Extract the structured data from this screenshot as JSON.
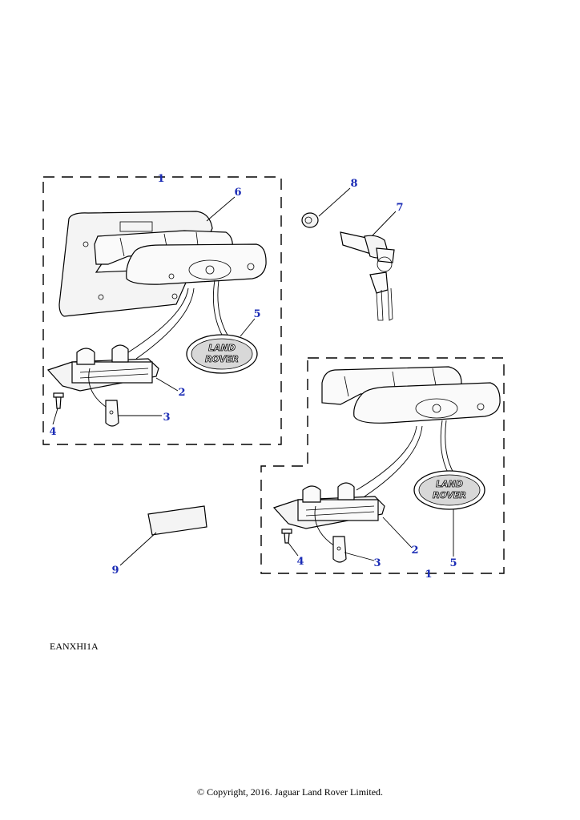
{
  "callouts": {
    "c1_left": "1",
    "c6": "6",
    "c8": "8",
    "c7": "7",
    "c5_left": "5",
    "c2_left": "2",
    "c3_left": "3",
    "c4_left": "4",
    "c9": "9",
    "c2_right": "2",
    "c4_right": "4",
    "c3_right": "3",
    "c5_right": "5",
    "c1_right": "1"
  },
  "badge": {
    "line1": "LAND",
    "line2": "ROVER"
  },
  "reference_code": "EANXHI1A",
  "copyright": "© Copyright, 2016. Jaguar Land Rover Limited."
}
